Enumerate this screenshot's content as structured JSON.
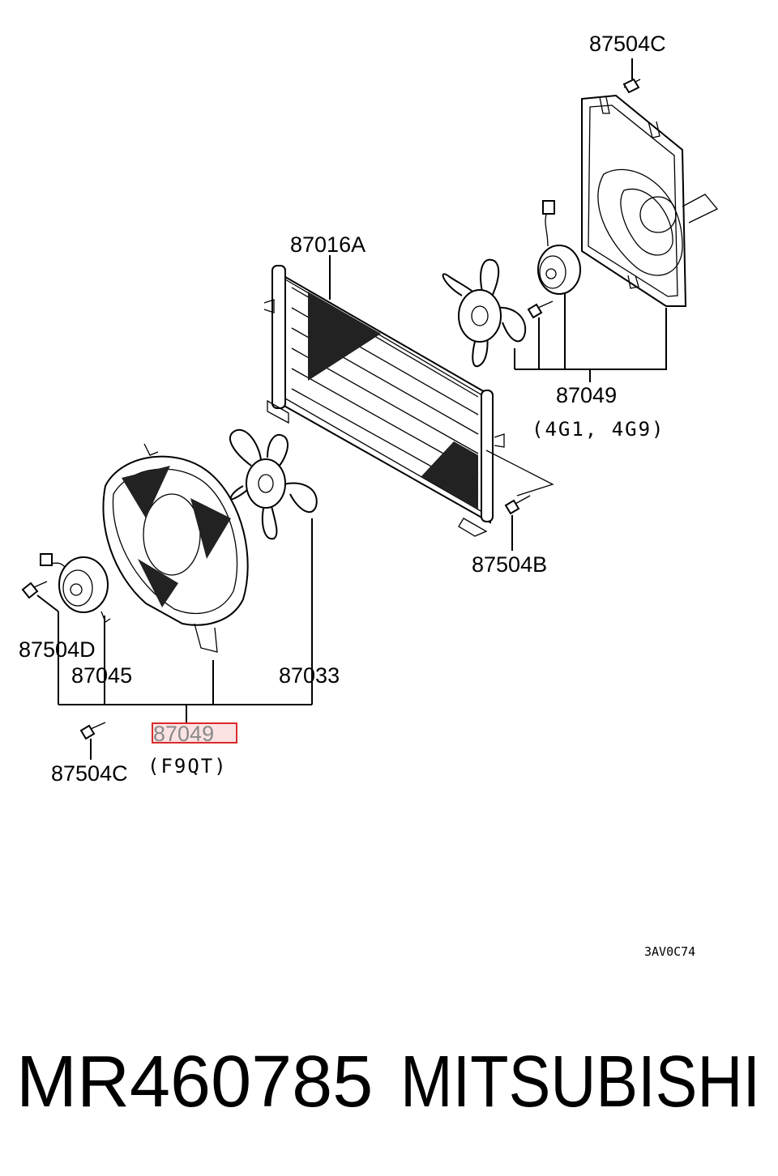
{
  "labels": {
    "top_fastener": "87504C",
    "condenser": "87016A",
    "fan_assy_4g": "87049",
    "fan_assy_4g_note": "(4G1, 4G9)",
    "bolt_b": "87504B",
    "bolt_d": "87504D",
    "motor": "87045",
    "fan": "87033",
    "fan_assy_f9qt": "87049",
    "fan_assy_f9qt_note": "(F9QT)",
    "bottom_fastener": "87504C",
    "figure_code": "3AV0C74"
  },
  "footer": {
    "part_number": "MR460785",
    "brand": "MITSUBISHI"
  },
  "colors": {
    "highlight_border": "#d92b2b",
    "highlight_fill": "#fbe3e3"
  }
}
